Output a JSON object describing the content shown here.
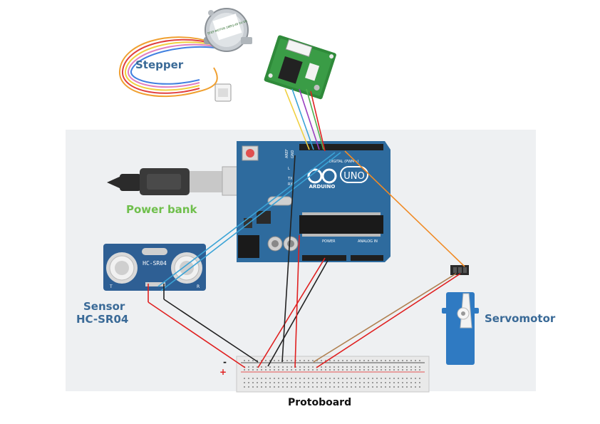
{
  "labels": {
    "stepper": "Stepper",
    "power_bank": "Power bank",
    "sensor_line1": "Sensor",
    "sensor_line2": "HC-SR04",
    "servomotor": "Servomotor",
    "protoboard": "Protoboard",
    "minus": "-",
    "plus": "+"
  },
  "board": {
    "brand": "ARDUINO",
    "model": "UNO",
    "digital_header": "DIGITAL (PWM~)",
    "analog_header": "ANALOG IN",
    "power_header": "POWER",
    "tx": "TX",
    "rx": "RX",
    "l": "L",
    "aref": "AREF",
    "gnd": "GND"
  },
  "sensor": {
    "model": "HC-SR04",
    "t": "T",
    "r": "R"
  },
  "stepper_motor": {
    "sticker": "STEP MOTOR 28BYJ-48 5V DC"
  },
  "colors": {
    "background_panel": "#eef0f2",
    "arduino_blue": "#2e6b9e",
    "label_blue": "#3a6a97",
    "label_green": "#6fbf4c",
    "wire_red": "#e02020",
    "wire_black": "#222222",
    "wire_orange": "#f08a24",
    "wire_brown": "#b08050",
    "wire_cyan": "#3aa3d6",
    "driver_green": "#2f8a3a"
  }
}
